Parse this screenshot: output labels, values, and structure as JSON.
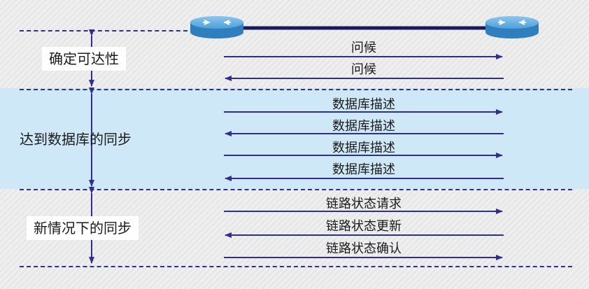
{
  "phases": [
    {
      "label": "确定可达性"
    },
    {
      "label": "达到数据库的同步"
    },
    {
      "label": "新情况下的同步"
    }
  ],
  "messages": [
    {
      "label": "问候",
      "direction": "right"
    },
    {
      "label": "问候",
      "direction": "left"
    },
    {
      "label": "数据库描述",
      "direction": "right"
    },
    {
      "label": "数据库描述",
      "direction": "left"
    },
    {
      "label": "数据库描述",
      "direction": "right"
    },
    {
      "label": "数据库描述",
      "direction": "left"
    },
    {
      "label": "链路状态请求",
      "direction": "right"
    },
    {
      "label": "链路状态更新",
      "direction": "left"
    },
    {
      "label": "链路状态确认",
      "direction": "right"
    }
  ],
  "devices": [
    {
      "name": "router",
      "icon": "router-icon"
    },
    {
      "name": "router",
      "icon": "router-icon"
    }
  ],
  "colors": {
    "arrow": "#2f2f8f",
    "sync_band": "#cfe8f7",
    "router_body": "#3b8fcf"
  }
}
